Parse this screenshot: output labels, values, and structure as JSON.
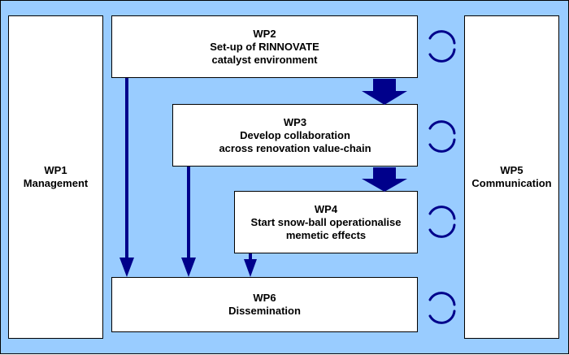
{
  "colors": {
    "background": "#99ccff",
    "box_fill": "#ffffff",
    "arrow": "#00008b",
    "border": "#000000"
  },
  "wp1": {
    "id": "WP1",
    "title": "Management"
  },
  "wp2": {
    "id": "WP2",
    "line1": "Set-up of RINNOVATE",
    "line2": "catalyst environment"
  },
  "wp3": {
    "id": "WP3",
    "line1": "Develop collaboration",
    "line2": "across renovation value-chain"
  },
  "wp4": {
    "id": "WP4",
    "line1": "Start snow-ball operationalise",
    "line2": "memetic effects"
  },
  "wp5": {
    "id": "WP5",
    "title": "Communication"
  },
  "wp6": {
    "id": "WP6",
    "title": "Dissemination"
  },
  "icons": [
    "cycle-icon",
    "cycle-icon",
    "cycle-icon",
    "cycle-icon"
  ]
}
